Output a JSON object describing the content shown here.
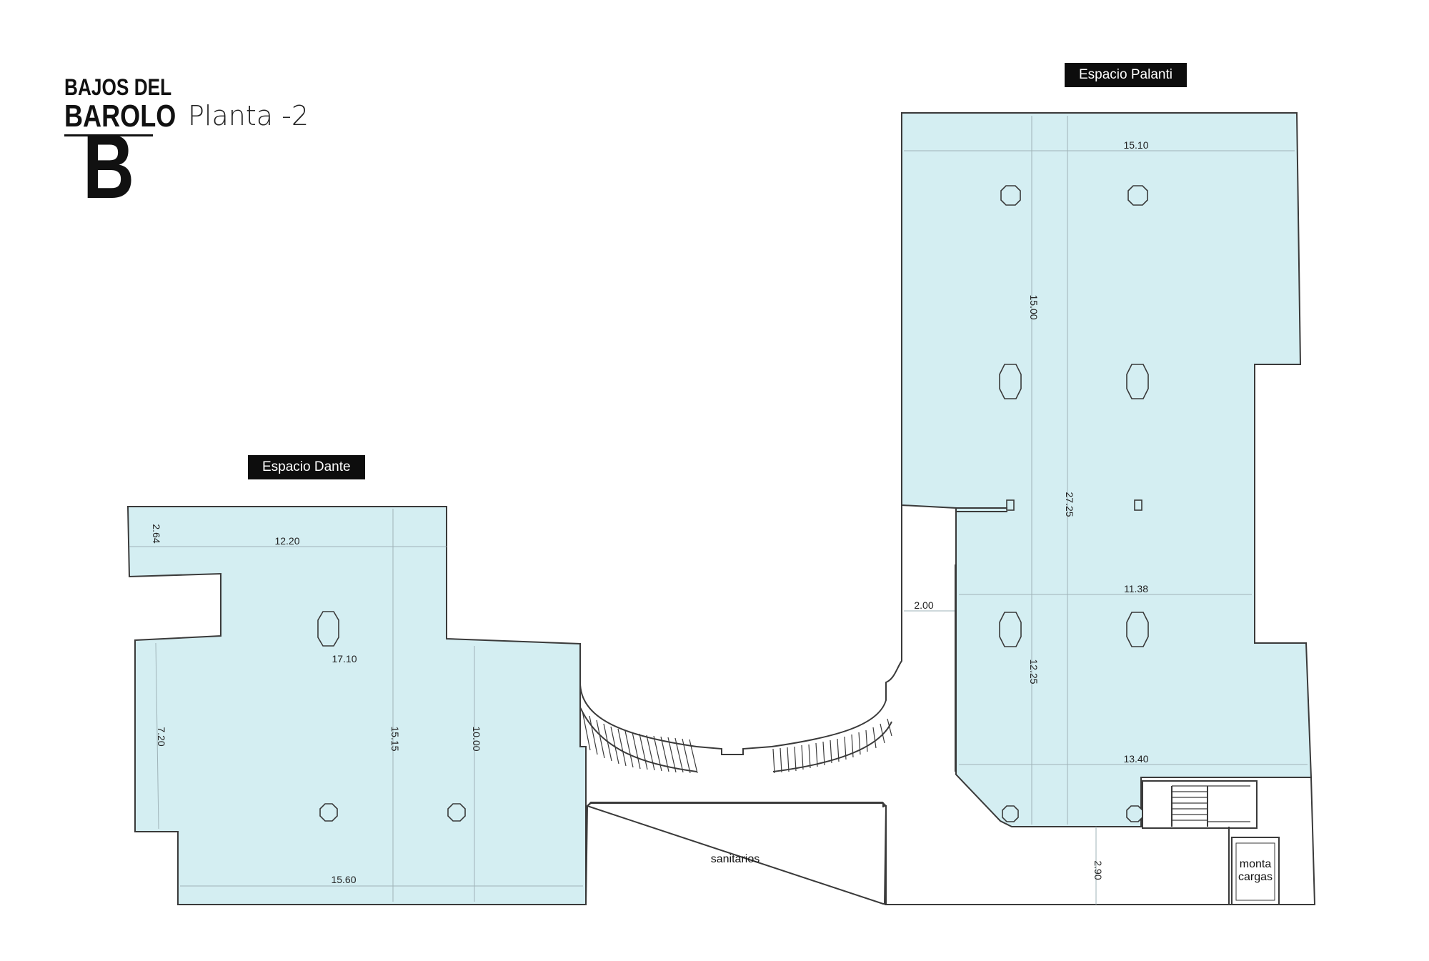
{
  "logo": {
    "line1": "BAJOS DEL",
    "line2": "BAROLO",
    "monogram": "B"
  },
  "plan_title": "Planta -2",
  "spaces": {
    "dante": "Espacio Dante",
    "palanti": "Espacio Palanti"
  },
  "rooms": {
    "sanitarios": "sanitarios",
    "montacargas_1": "monta",
    "montacargas_2": "cargas"
  },
  "dimensions": {
    "d_2_64": "2.64",
    "d_12_20": "12.20",
    "d_17_10": "17.10",
    "d_7_20": "7.20",
    "d_15_15": "15.15",
    "d_10_00": "10.00",
    "d_15_60": "15.60",
    "d_15_10": "15.10",
    "d_15_00": "15.00",
    "d_27_25": "27.25",
    "d_11_38": "11.38",
    "d_2_00": "2.00",
    "d_12_25": "12.25",
    "d_13_40": "13.40",
    "d_2_90": "2.90"
  },
  "colors": {
    "room_fill": "#d4eef2",
    "wall": "#3a3a3a",
    "label_bg": "#0d0d0d",
    "label_text": "#ffffff"
  }
}
